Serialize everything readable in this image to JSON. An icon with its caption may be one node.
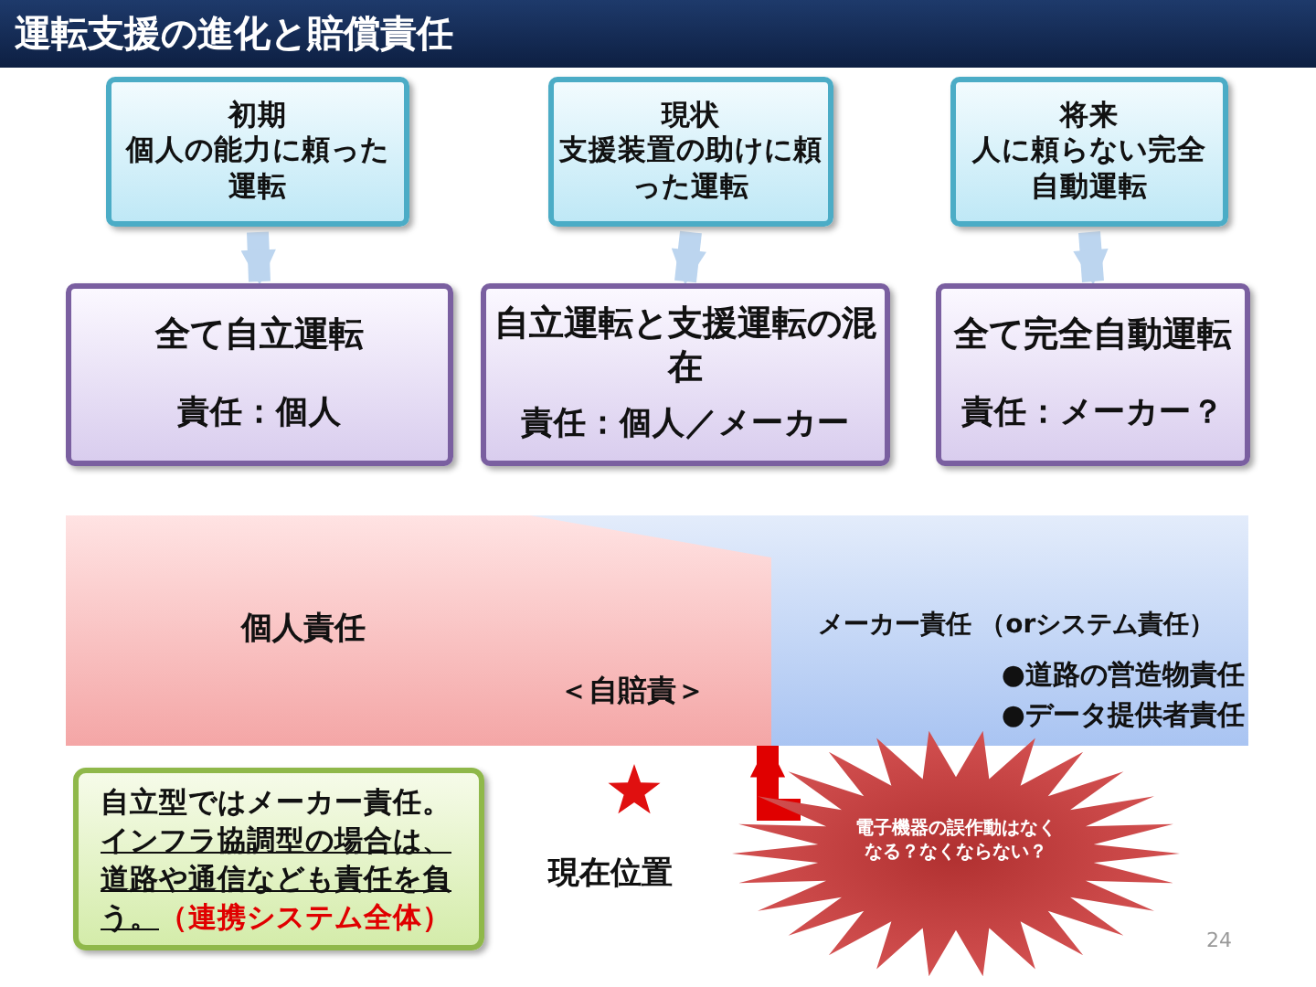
{
  "diagram": {
    "title": "運転支援の進化と賠償責任",
    "nodes": [
      {
        "text": [
          "初期",
          "個人の能力に頼った運転"
        ]
      },
      {
        "text": [
          "全て自立運転",
          "責任：個人"
        ]
      },
      {
        "text": [
          "現状",
          "支援装置の助けに頼った運転"
        ]
      },
      {
        "text": [
          "自立運転と支援運転の混在",
          "責任：個人／メーカー"
        ]
      },
      {
        "text": [
          "将来",
          "人に頼らない完全自動運転"
        ]
      },
      {
        "text": [
          "全て完全自動運転",
          "責任：メーカー？"
        ]
      },
      {
        "text": [
          "個人責任",
          "＜自賠責＞"
        ],
        "in": 7
      },
      {
        "text": [
          "メーカー責任 （orシステム責任）",
          "●道路の営造物責任",
          "●データ提供者責任"
        ]
      },
      {
        "text": [
          "自立型ではメーカー責任。",
          "インフラ協調型の場合は、道路や通信なども責任を負う。",
          "（連携システム全体）"
        ]
      },
      {
        "text": [
          "電子機器の誤作動はなくなる？なくならない？"
        ]
      }
    ],
    "edges": [
      {
        "from": 0,
        "to": 1,
        "arrow": "to"
      },
      {
        "from": 2,
        "to": 3,
        "arrow": "to"
      },
      {
        "from": 4,
        "to": 5,
        "arrow": "to"
      },
      {
        "from": 9,
        "to": 7,
        "arrow": "to",
        "color": "#e00000"
      }
    ],
    "labels": [
      "現在位置",
      "24"
    ]
  }
}
